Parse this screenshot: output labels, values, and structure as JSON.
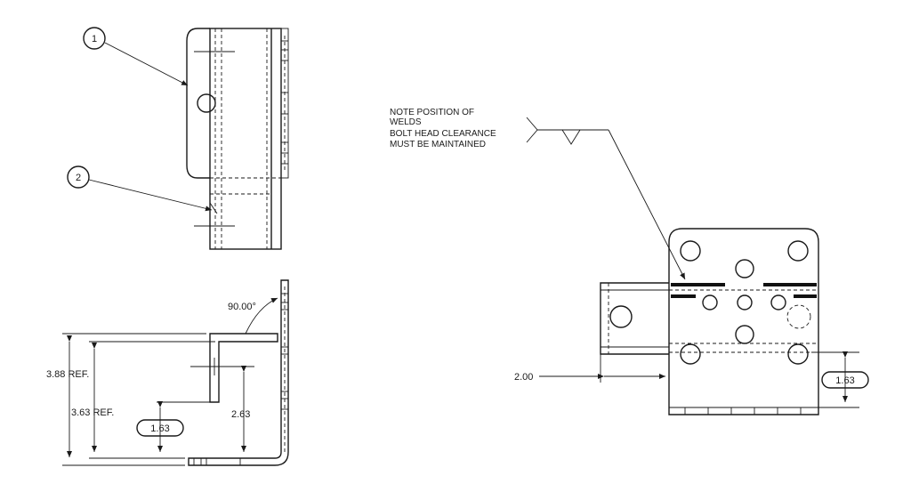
{
  "balloons": {
    "one": "1",
    "two": "2"
  },
  "dimensions": {
    "angle": "90.00°",
    "ref_outer": "3.88 REF.",
    "ref_inner": "3.63 REF.",
    "vertical_center": "2.63",
    "basic_left": "1.63",
    "basic_right": "1.63",
    "horizontal": "2.00"
  },
  "note": {
    "line1": "NOTE POSITION OF",
    "line2": "WELDS",
    "line3": "BOLT HEAD CLEARANCE",
    "line4": "MUST BE MAINTAINED"
  }
}
